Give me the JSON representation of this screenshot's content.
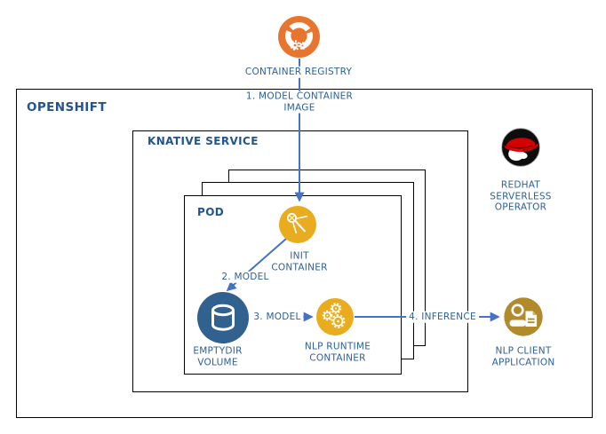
{
  "diagram": {
    "container_registry": {
      "label": "CONTAINER REGISTRY"
    },
    "openshift": {
      "title": "OPENSHIFT"
    },
    "knative_service": {
      "title": "KNATIVE SERVICE"
    },
    "pod": {
      "title": "POD"
    },
    "init_container": {
      "line1": "INIT",
      "line2": "CONTAINER"
    },
    "emptydir_volume": {
      "line1": "EMPTYDIR",
      "line2": "VOLUME"
    },
    "nlp_runtime_container": {
      "line1": "NLP RUNTIME",
      "line2": "CONTAINER"
    },
    "redhat_serverless_operator": {
      "line1": "REDHAT",
      "line2": "SERVERLESS",
      "line3": "OPERATOR"
    },
    "nlp_client_application": {
      "line1": "NLP CLIENT",
      "line2": "APPLICATION"
    },
    "edges": {
      "model_container_image": {
        "line1": "1. MODEL CONTAINER",
        "line2": "IMAGE"
      },
      "model_to_volume": {
        "label": "2. MODEL"
      },
      "model_to_runtime": {
        "label": "3. MODEL"
      },
      "inference": {
        "label": "4. INFERENCE"
      }
    },
    "icons": {
      "container_registry": "circular-arrows-with-gears-icon",
      "init_container": "compass-tool-icon",
      "emptydir_volume": "database-cylinder-icon",
      "nlp_runtime_container": "gears-icon",
      "redhat_serverless_operator": "red-fedora-shadowman-icon",
      "nlp_client_application": "person-with-document-icon"
    },
    "colors": {
      "arrow_blue": "#4472C4",
      "label_blue": "#2D6097",
      "title_blue": "#24548F",
      "registry_orange": "#E8752F",
      "container_gold": "#E9AC1F",
      "client_bronze": "#B18A2B",
      "volume_steel_blue": "#31618E",
      "redhat_red": "#D40000",
      "box_border": "#000000"
    }
  }
}
